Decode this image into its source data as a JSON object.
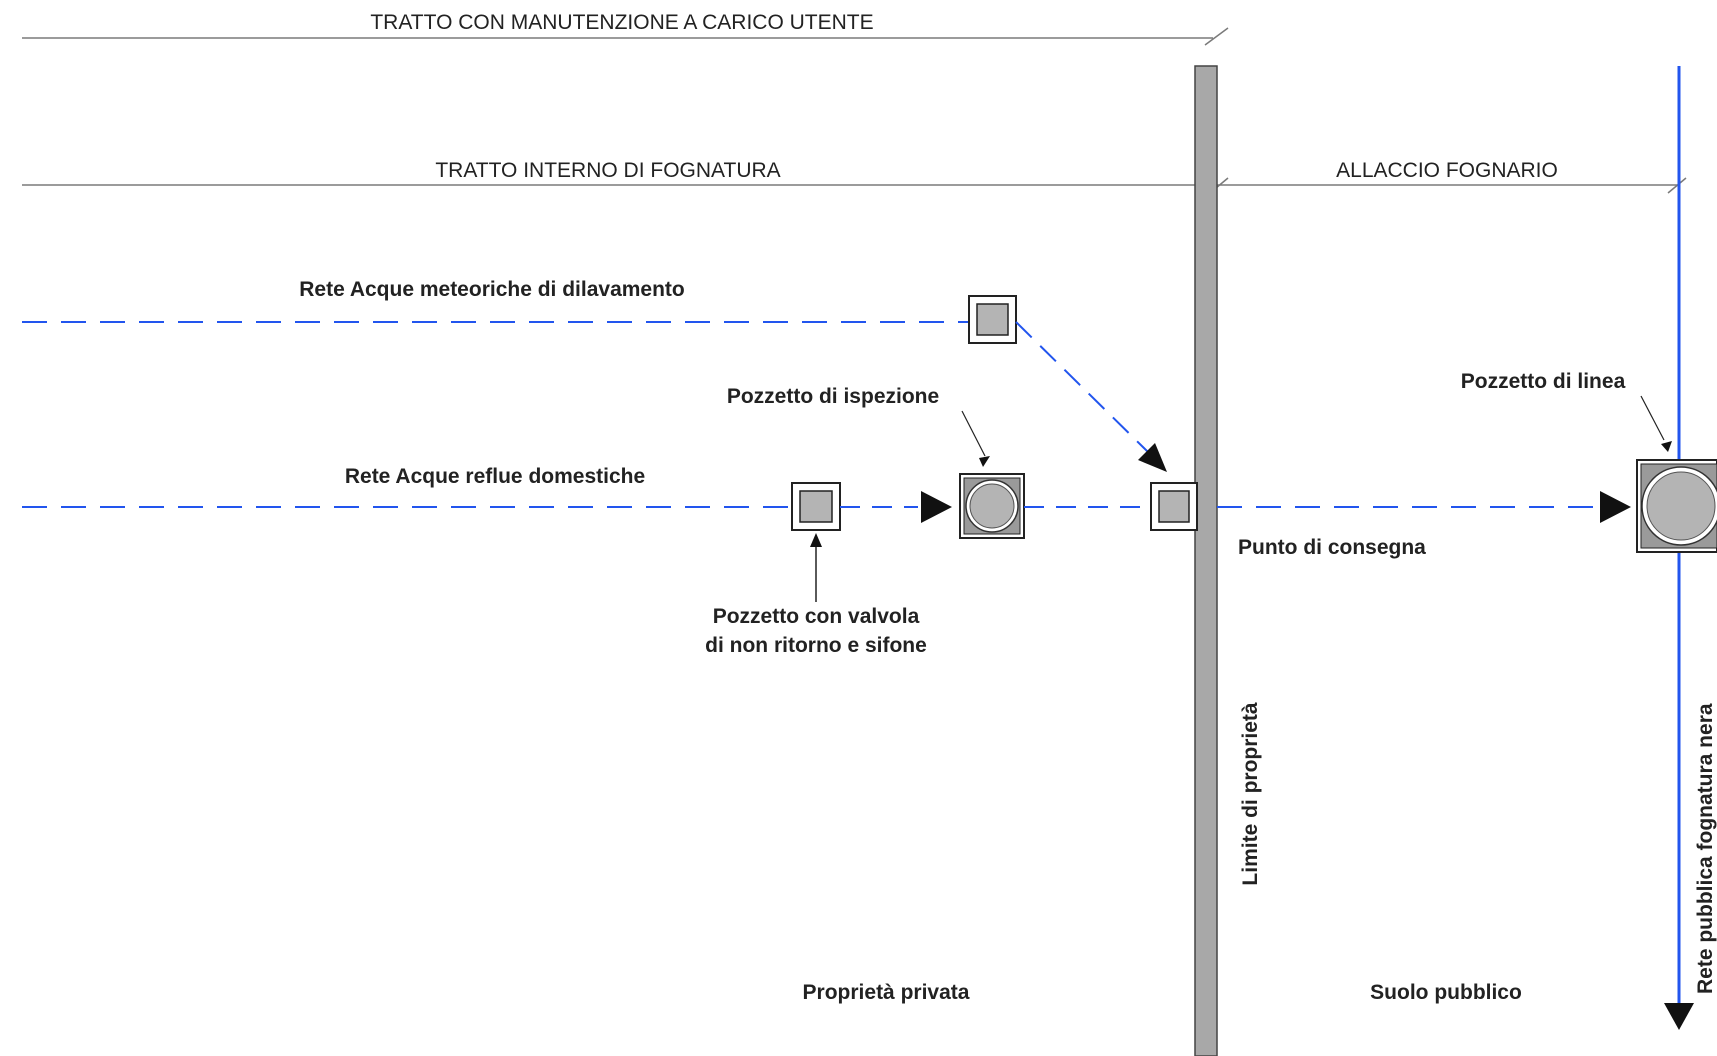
{
  "headers": {
    "user_maintenance": "TRATTO CON MANUTENZIONE A CARICO UTENTE",
    "internal_sewer": "TRATTO INTERNO DI FOGNATURA",
    "sewer_connection": "ALLACCIO FOGNARIO"
  },
  "labels": {
    "stormwater_network": "Rete Acque meteoriche di dilavamento",
    "domestic_wastewater_network": "Rete Acque reflue domestiche",
    "inspection_manhole": "Pozzetto di ispezione",
    "valve_manhole_line1": "Pozzetto con valvola",
    "valve_manhole_line2": "di non ritorno e sifone",
    "delivery_point": "Punto di consegna",
    "line_manhole": "Pozzetto di linea",
    "property_limit": "Limite di proprietà",
    "public_sewer": "Rete pubblica fognatura nera",
    "private_property": "Proprietà privata",
    "public_land": "Suolo pubblico"
  },
  "colors": {
    "pipe_blue": "#2255ee",
    "wall_gray": "#a8a8a8",
    "manhole_fill": "#b4b4b4",
    "text": "#222222"
  }
}
